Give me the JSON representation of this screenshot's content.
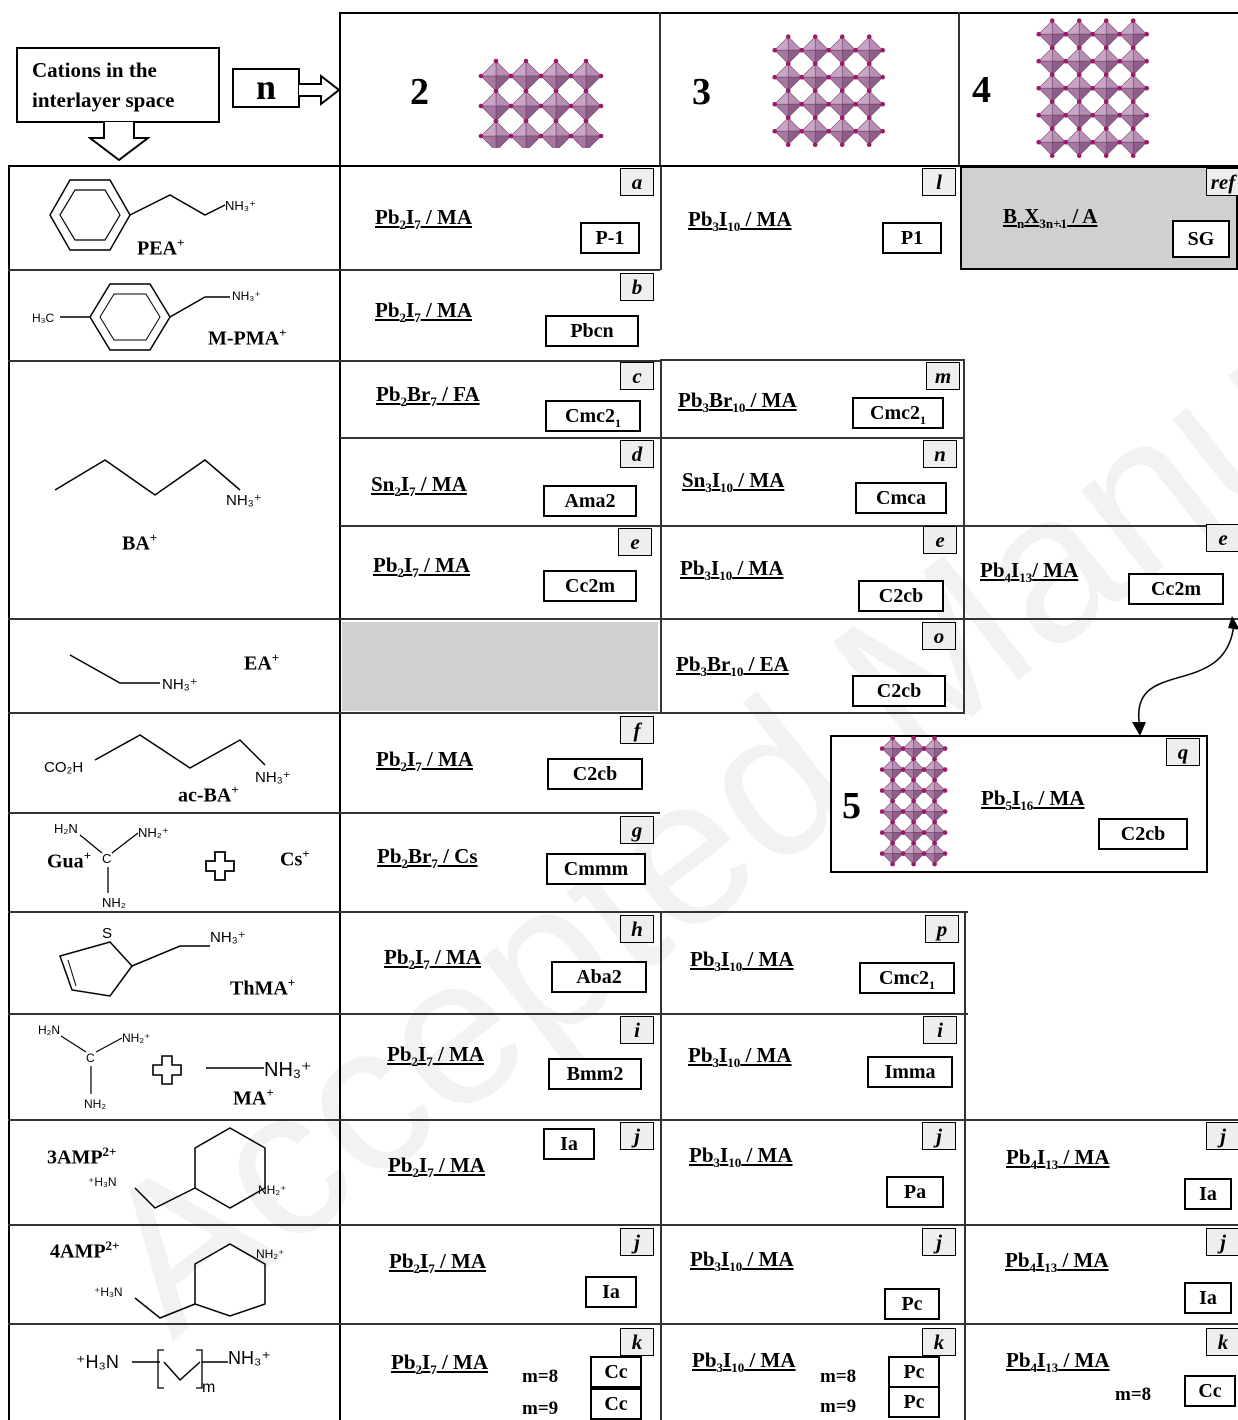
{
  "watermark": "Accepted Manuscript",
  "header": {
    "cations_label": "Cations in the interlayer space",
    "n_label": "n",
    "n_values": [
      "2",
      "3",
      "4"
    ],
    "n5": "5"
  },
  "cations": [
    {
      "name": "PEA",
      "charge": "+"
    },
    {
      "name": "M-PMA",
      "charge": "+"
    },
    {
      "name": "BA",
      "charge": "+"
    },
    {
      "name": "EA",
      "charge": "+"
    },
    {
      "name": "ac-BA",
      "charge": "+"
    },
    {
      "name": "Gua",
      "charge": "+",
      "extra": "Cs",
      "extra_charge": "+"
    },
    {
      "name": "ThMA",
      "charge": "+"
    },
    {
      "name": "MA",
      "charge": "+"
    },
    {
      "name": "3AMP",
      "charge": "2+"
    },
    {
      "name": "4AMP",
      "charge": "2+"
    },
    {
      "name": "",
      "charge": ""
    }
  ],
  "mol_labels": {
    "nh3": "NH₃⁺",
    "nh2": "NH₂⁺",
    "h3c": "H₃C",
    "co2h": "CO₂H",
    "h2n": "H₂N",
    "nh2plain": "NH₂",
    "s": "S",
    "c": "C",
    "h3n": "⁺H₃N",
    "m": "m"
  },
  "ref_legend": {
    "formula_main": "B",
    "formula_n": "n",
    "formula_x": "X",
    "formula_sub": "3n+1",
    "formula_a": "/ A",
    "sg": "SG",
    "ref": "ref"
  },
  "entries": [
    {
      "id": "a",
      "f": [
        "Pb",
        "2",
        "I",
        "7",
        " / MA"
      ],
      "sg": "P-1"
    },
    {
      "id": "l",
      "f": [
        "Pb",
        "3",
        "I",
        "10",
        " / MA"
      ],
      "sg": "P1"
    },
    {
      "id": "b",
      "f": [
        "Pb",
        "2",
        "I",
        "7",
        " / MA"
      ],
      "sg": "Pbcn"
    },
    {
      "id": "c",
      "f": [
        "Pb",
        "2",
        "Br",
        "7",
        " / FA"
      ],
      "sg": "Cmc2",
      "sgsub": "1"
    },
    {
      "id": "m",
      "f": [
        "Pb",
        "3",
        "Br",
        "10",
        " / MA"
      ],
      "sg": "Cmc2",
      "sgsub": "1"
    },
    {
      "id": "d",
      "f": [
        "Sn",
        "2",
        "I",
        "7",
        " / MA"
      ],
      "sg": "Ama2"
    },
    {
      "id": "n",
      "f": [
        "Sn",
        "3",
        "I",
        "10",
        " / MA"
      ],
      "sg": "Cmca"
    },
    {
      "id": "e",
      "f": [
        "Pb",
        "2",
        "I",
        "7",
        " / MA"
      ],
      "sg": "Cc2m"
    },
    {
      "id": "e",
      "f": [
        "Pb",
        "3",
        "I",
        "10",
        " / MA"
      ],
      "sg": "C2cb"
    },
    {
      "id": "e",
      "f": [
        "Pb",
        "4",
        "I",
        "13",
        "/ MA"
      ],
      "sg": "Cc2m"
    },
    {
      "id": "o",
      "f": [
        "Pb",
        "3",
        "Br",
        "10",
        " / EA"
      ],
      "sg": "C2cb"
    },
    {
      "id": "f",
      "f": [
        "Pb",
        "2",
        "I",
        "7",
        " / MA"
      ],
      "sg": "C2cb"
    },
    {
      "id": "q",
      "f": [
        "Pb",
        "5",
        "I",
        "16",
        " / MA"
      ],
      "sg": "C2cb"
    },
    {
      "id": "g",
      "f": [
        "Pb",
        "2",
        "Br",
        "7",
        " / Cs"
      ],
      "sg": "Cmmm"
    },
    {
      "id": "h",
      "f": [
        "Pb",
        "2",
        "I",
        "7",
        " / MA"
      ],
      "sg": "Aba2"
    },
    {
      "id": "p",
      "f": [
        "Pb",
        "3",
        "I",
        "10",
        " / MA"
      ],
      "sg": "Cmc2",
      "sgsub": "1"
    },
    {
      "id": "i",
      "f": [
        "Pb",
        "2",
        "I",
        "7",
        " / MA"
      ],
      "sg": "Bmm2"
    },
    {
      "id": "i",
      "f": [
        "Pb",
        "3",
        "I",
        "10",
        " / MA"
      ],
      "sg": "Imma"
    },
    {
      "id": "j",
      "f": [
        "Pb",
        "2",
        "I",
        "7",
        " / MA"
      ],
      "sg": "Ia"
    },
    {
      "id": "j",
      "f": [
        "Pb",
        "3",
        "I",
        "10",
        " / MA"
      ],
      "sg": "Pa"
    },
    {
      "id": "j",
      "f": [
        "Pb",
        "4",
        "I",
        "13",
        " / MA"
      ],
      "sg": "Ia"
    },
    {
      "id": "j",
      "f": [
        "Pb",
        "2",
        "I",
        "7",
        " / MA"
      ],
      "sg": "Ia"
    },
    {
      "id": "j",
      "f": [
        "Pb",
        "3",
        "I",
        "10",
        " / MA"
      ],
      "sg": "Pc"
    },
    {
      "id": "j",
      "f": [
        "Pb",
        "4",
        "I",
        "13",
        " / MA"
      ],
      "sg": "Ia"
    },
    {
      "id": "k",
      "f": [
        "Pb",
        "2",
        "I",
        "7",
        " / MA"
      ],
      "m": [
        "m=8",
        "m=9"
      ],
      "sgs": [
        "Cc",
        "Cc"
      ]
    },
    {
      "id": "k",
      "f": [
        "Pb",
        "3",
        "I",
        "10",
        " / MA"
      ],
      "m": [
        "m=8",
        "m=9"
      ],
      "sgs": [
        "Pc",
        "Pc"
      ]
    },
    {
      "id": "k",
      "f": [
        "Pb",
        "4",
        "I",
        "13",
        " / MA"
      ],
      "m": [
        "m=8"
      ],
      "sgs": [
        "Cc"
      ]
    }
  ]
}
